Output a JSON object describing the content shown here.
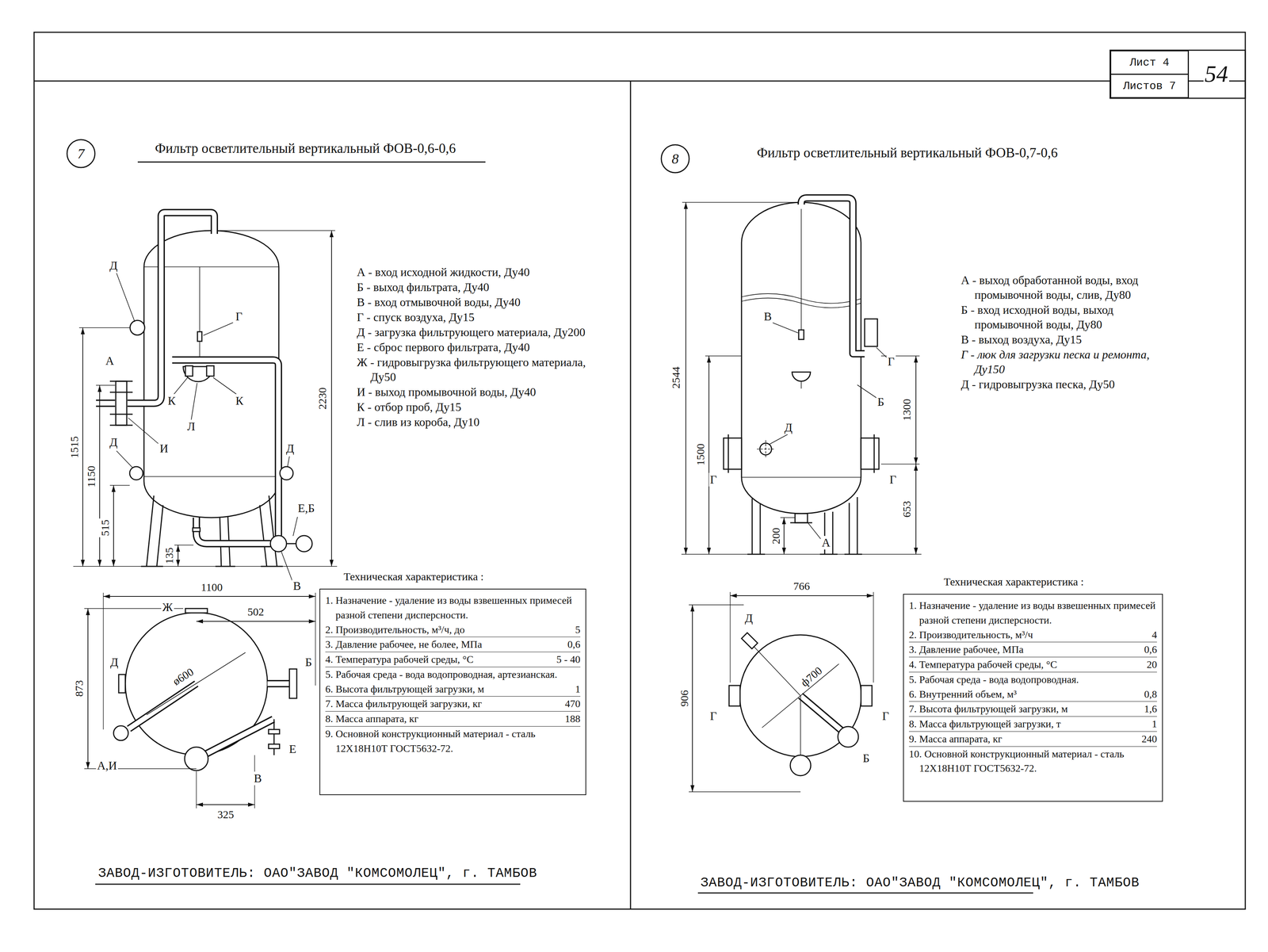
{
  "diagram": {
    "nodes": [
      {
        "text": [
          "Лист 4"
        ]
      },
      {
        "text": [
          "Листов 7"
        ]
      },
      {
        "text": [
          "7"
        ]
      },
      {
        "text": [
          "8"
        ]
      },
      {
        "text": [
          "Техническая характеристика :",
          "1. Назначение - удаление из воды взвешенных примесей разной степени дисперсности.",
          "2. Производительность, м³/ч, до",
          "5",
          "3. Давление рабочее, не более, МПа",
          "0,6",
          "4. Температура рабочей среды, °С",
          "5 - 40",
          "5. Рабочая среда - вода водопроводная, артезианская.",
          "6. Высота фильтрующей загрузки, м",
          "1",
          "7. Масса фильтрующей загрузки, кг",
          "470",
          "8. Масса аппарата, кг",
          "188",
          "9. Основной конструкционный материал - сталь 12Х18Н10Т ГОСТ5632-72."
        ]
      },
      {
        "text": [
          "Техническая характеристика :",
          "1. Назначение - удаление из воды взвешенных примесей разной степени дисперсности.",
          "2. Производительность, м³/ч",
          "4",
          "3. Давление рабочее, МПа",
          "0,6",
          "4. Температура рабочей среды, °С",
          "20",
          "5. Рабочая среда - вода водопроводная.",
          "6. Внутренний объем, м³",
          "0,8",
          "7. Высота фильтрующей загрузки, м",
          "1,6",
          "8. Масса фильтрующей загрузки, т",
          "1",
          "9. Масса аппарата, кг",
          "240",
          "10. Основной конструкционный материал - сталь 12Х18Н10Т ГОСТ5632-72."
        ]
      }
    ],
    "labels": [
      "54",
      "Фильтр осветлительный вертикальный ФОВ-0,6-0,6",
      "А - вход исходной жидкости, Ду40",
      "Б - выход фильтрата, Ду40",
      "В - вход отмывочной воды, Ду40",
      "Г - спуск воздуха, Ду15",
      "Д - загрузка фильтрующего материала, Ду200",
      "Е - сброс первого фильтрата, Ду40",
      "Ж - гидровыгрузка фильтрующего материала, Ду50",
      "И - выход промывочной воды, Ду40",
      "К - отбор проб, Ду15",
      "Л - слив из короба, Ду10",
      "Д",
      "Г",
      "А",
      "К",
      "К",
      "Л",
      "И",
      "Д",
      "Д",
      "Е,Б",
      "В",
      "2230",
      "1515",
      "1150",
      "515",
      "135",
      "1100",
      "502",
      "Ж",
      "Д",
      "Б",
      "ø600",
      "Е",
      "А,И",
      "В",
      "325",
      "873",
      "ЗАВОД-ИЗГОТОВИТЕЛЬ: ОАО\"ЗАВОД \"КОМСОМОЛЕЦ\", г. ТАМБОВ",
      "Фильтр осветлительный вертикальный ФОВ-0,7-0,6",
      "А - выход обработанной воды, вход промывочной воды, слив, Ду80",
      "Б - вход исходной воды, выход промывочной воды, Ду80",
      "В - выход воздуха, Ду15",
      "Г - люк для загрузки песка и ремонта, Ду150",
      "Д - гидровыгрузка песка, Ду50",
      "В",
      "Г",
      "Б",
      "Д",
      "Г",
      "Г",
      "А",
      "2544",
      "1500",
      "1300",
      "653",
      "200",
      "766",
      "Д",
      "906",
      "Г",
      "Г",
      "ф700",
      "Б",
      "ЗАВОД-ИЗГОТОВИТЕЛЬ: ОАО\"ЗАВОД \"КОМСОМОЛЕЦ\", г. ТАМБОВ"
    ]
  }
}
